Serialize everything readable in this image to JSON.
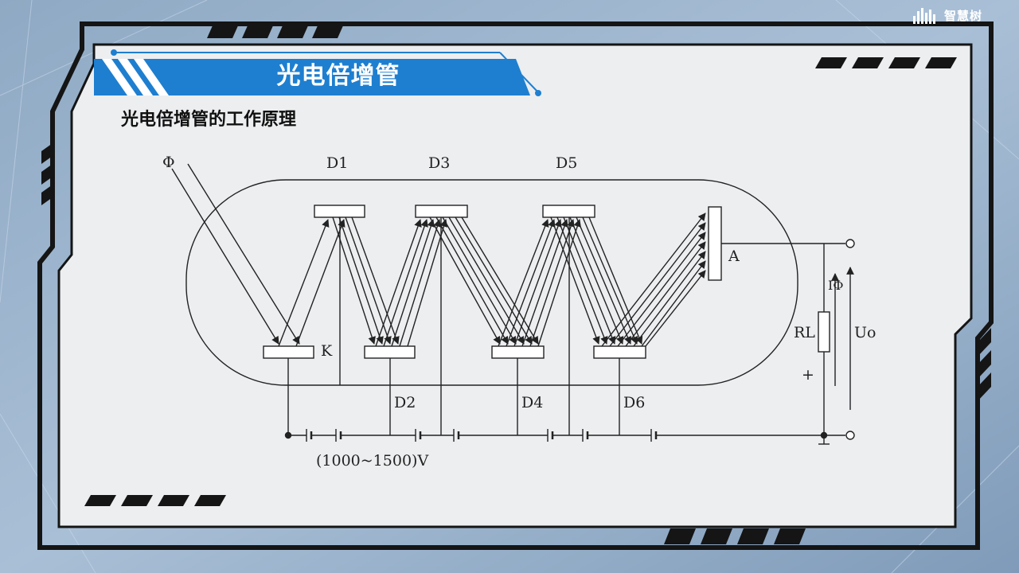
{
  "header": {
    "brand_name": "智慧树",
    "title": "光电倍增管",
    "subtitle": "光电倍增管的工作原理"
  },
  "diagram": {
    "labels": {
      "flux": "Φ",
      "cathode": "K",
      "d1": "D1",
      "d2": "D2",
      "d3": "D3",
      "d4": "D4",
      "d5": "D5",
      "d6": "D6",
      "anode": "A",
      "current": "IΦ",
      "resistor": "RL",
      "output": "Uo",
      "plus": "+",
      "voltage": "(1000~1500)V"
    }
  },
  "colors": {
    "accent_blue": "#1e7fd0",
    "frame_dark": "#151515",
    "panel": "#eceef0"
  }
}
